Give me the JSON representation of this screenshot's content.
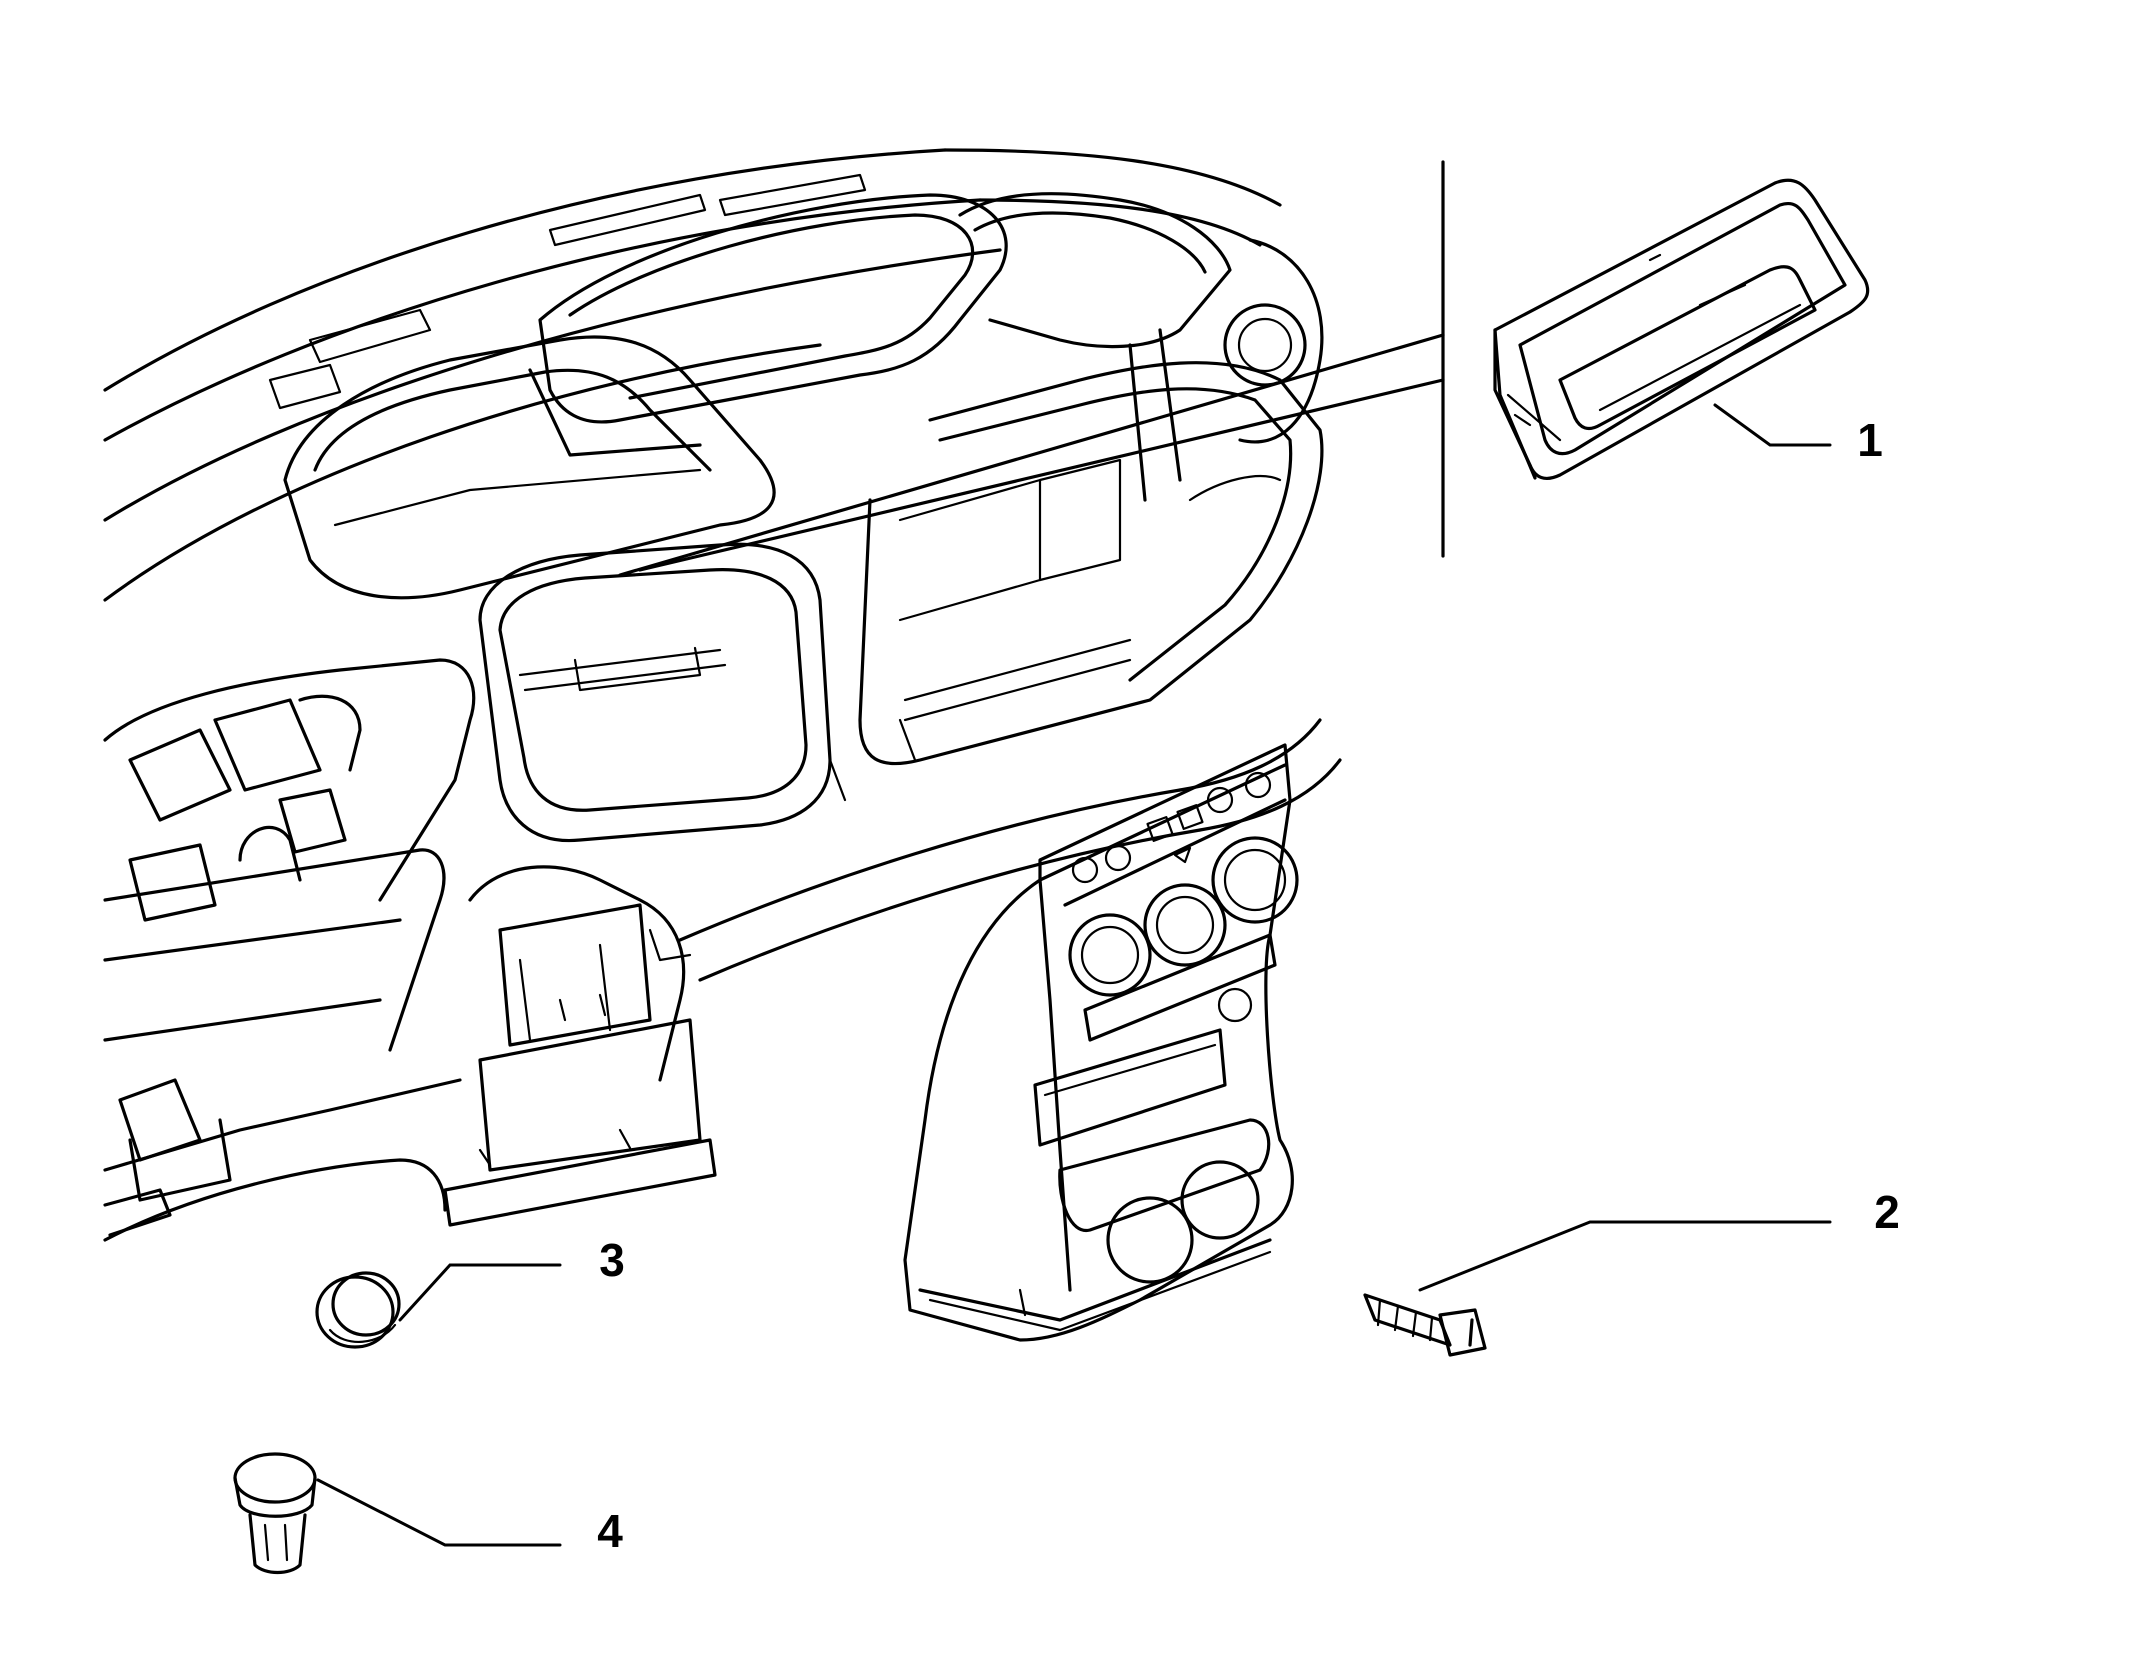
{
  "diagram": {
    "callouts": [
      {
        "id": "1",
        "part": "trim-bezel"
      },
      {
        "id": "2",
        "part": "screw"
      },
      {
        "id": "3",
        "part": "cap-plug"
      },
      {
        "id": "4",
        "part": "push-clip"
      }
    ]
  }
}
